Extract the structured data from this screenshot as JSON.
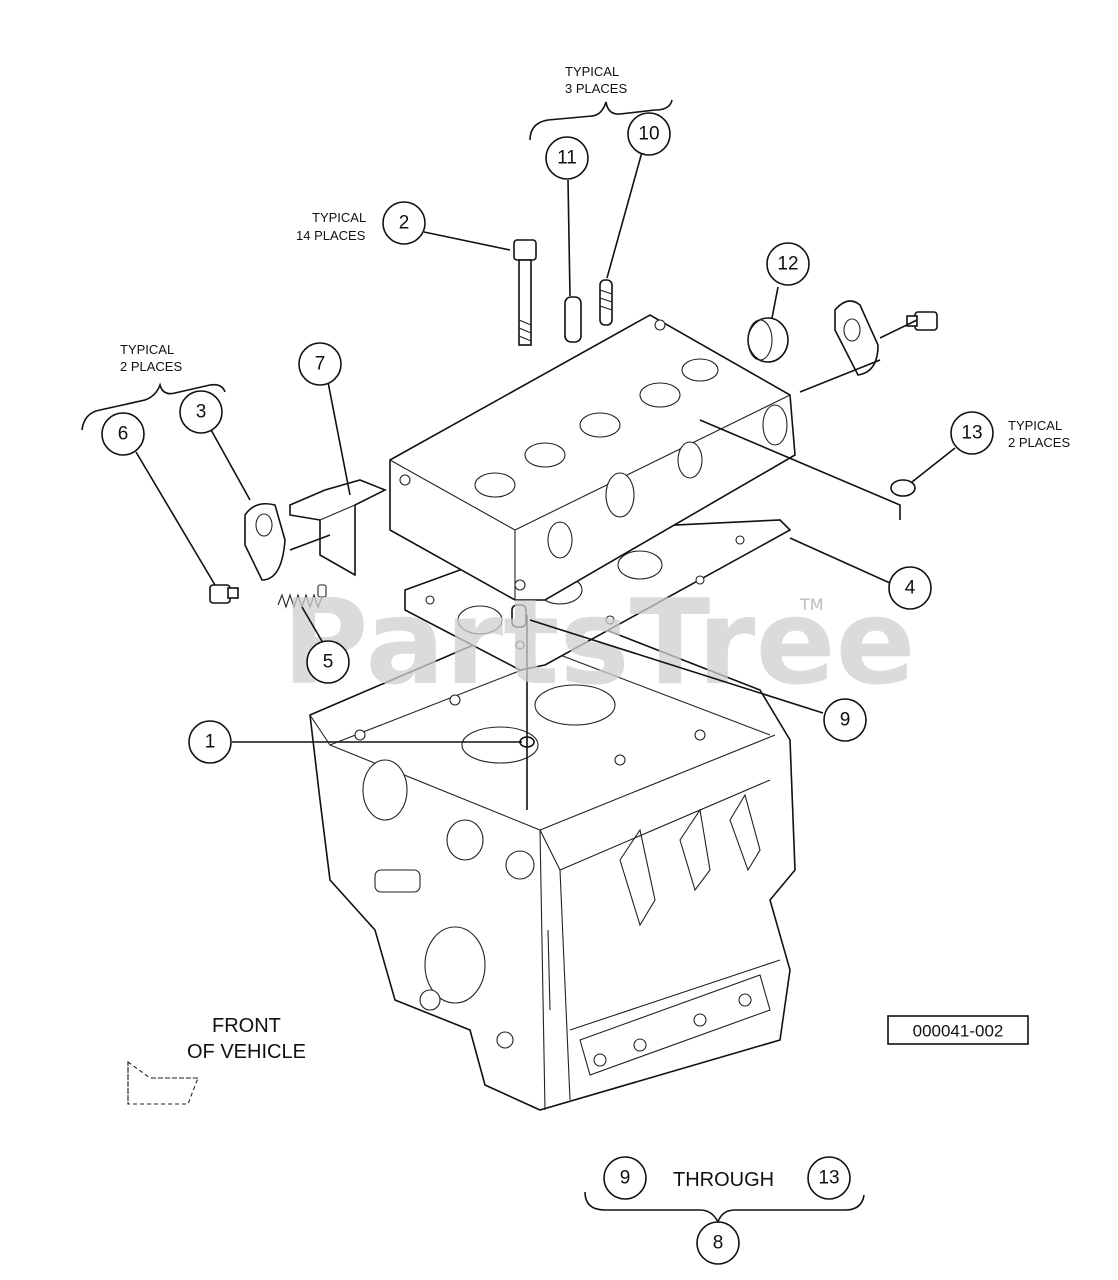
{
  "callouts": [
    {
      "id": "c1",
      "label": "1"
    },
    {
      "id": "c2",
      "label": "2"
    },
    {
      "id": "c3",
      "label": "3"
    },
    {
      "id": "c4",
      "label": "4"
    },
    {
      "id": "c5",
      "label": "5"
    },
    {
      "id": "c6",
      "label": "6"
    },
    {
      "id": "c7",
      "label": "7"
    },
    {
      "id": "c8",
      "label": "8"
    },
    {
      "id": "c9",
      "label": "9"
    },
    {
      "id": "c9b",
      "label": "9"
    },
    {
      "id": "c10",
      "label": "10"
    },
    {
      "id": "c11",
      "label": "11"
    },
    {
      "id": "c12",
      "label": "12"
    },
    {
      "id": "c13",
      "label": "13"
    },
    {
      "id": "c13b",
      "label": "13"
    }
  ],
  "notes": {
    "typical_3": {
      "line1": "TYPICAL",
      "line2": "3 PLACES"
    },
    "typical_14": {
      "line1": "TYPICAL",
      "line2": "14 PLACES"
    },
    "typical_2_left": {
      "line1": "TYPICAL",
      "line2": "2 PLACES"
    },
    "typical_2_right": {
      "line1": "TYPICAL",
      "line2": "2 PLACES"
    },
    "through": "THROUGH"
  },
  "front_of_vehicle": {
    "line1": "FRONT",
    "line2": "OF VEHICLE"
  },
  "drawing_number": "000041-002",
  "watermark": {
    "text": "PartsTree",
    "tm": "TM"
  }
}
